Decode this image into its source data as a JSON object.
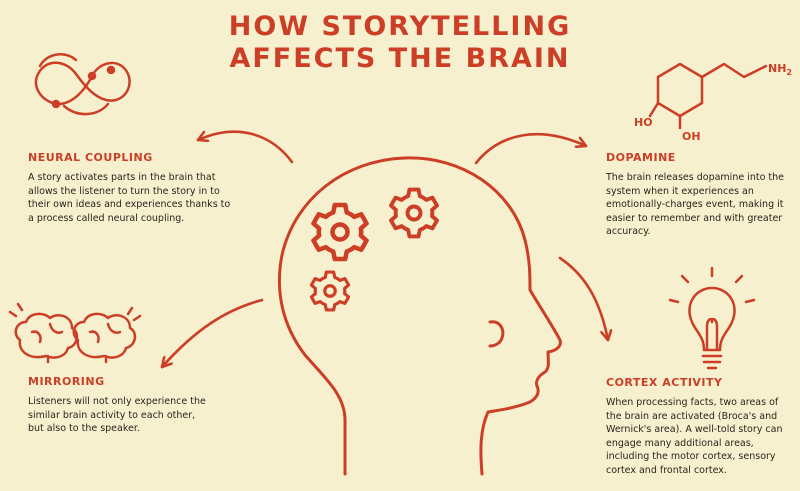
{
  "title": {
    "line1": "HOW STORYTELLING",
    "line2": "AFFECTS THE BRAIN"
  },
  "colors": {
    "accent": "#cc3e26",
    "background": "#f7f0cf",
    "text": "#2a1f18"
  },
  "sections": {
    "neural_coupling": {
      "heading": "NEURAL COUPLING",
      "body": "A story activates parts in the brain that allows the listener to turn the story in to their own ideas and experiences thanks to a process called neural coupling.",
      "icon": "infinity-loop-icon"
    },
    "dopamine": {
      "heading": "DOPAMINE",
      "body": "The brain releases dopamine into the system when it experiences an emotionally-charges event, making it easier to remember and with greater accuracy.",
      "icon": "dopamine-molecule-icon",
      "labels": {
        "nh2": "NH",
        "nh2_sub": "2",
        "ho": "HO",
        "oh": "OH"
      }
    },
    "mirroring": {
      "heading": "MIRRORING",
      "body": "Listeners will not only experience the similar brain activity to each other, but also to the speaker.",
      "icon": "two-brains-icon"
    },
    "cortex_activity": {
      "heading": "CORTEX ACTIVITY",
      "body": "When processing facts, two areas of the brain are activated (Broca's and Wernick's area). A well-told story can engage many additional areas, including the motor cortex, sensory cortex and frontal cortex.",
      "icon": "light-bulb-icon"
    }
  },
  "center_icon": "head-with-gears-icon"
}
